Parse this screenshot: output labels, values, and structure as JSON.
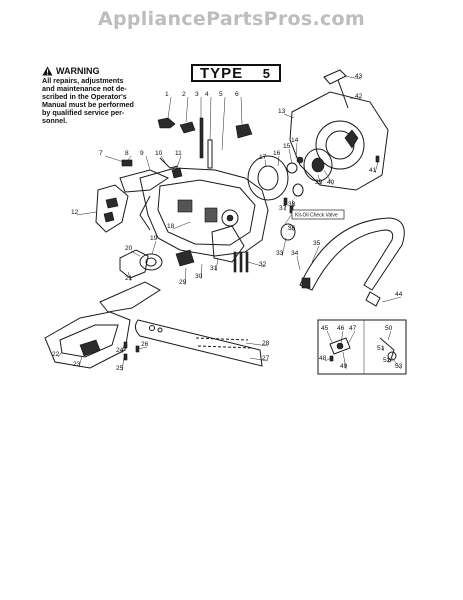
{
  "watermark": "AppliancePartsPros.com",
  "warning": {
    "title": "WARNING",
    "body": "All repairs, adjustments\nand maintenance not de-\nscribed in the Operator's\nManual must be performed\nby qualified service per-\nsonnel."
  },
  "type_label": "TYPE",
  "type_value": "5",
  "callout": "Kit-Oil Check Valve",
  "part_numbers": [
    {
      "id": "1",
      "text": "1"
    },
    {
      "id": "2",
      "text": "2"
    },
    {
      "id": "3",
      "text": "3"
    },
    {
      "id": "4",
      "text": "4"
    },
    {
      "id": "5",
      "text": "5"
    },
    {
      "id": "6",
      "text": "6"
    },
    {
      "id": "7",
      "text": "7"
    },
    {
      "id": "8",
      "text": "8"
    },
    {
      "id": "9",
      "text": "9"
    },
    {
      "id": "10",
      "text": "10"
    },
    {
      "id": "11",
      "text": "11"
    },
    {
      "id": "12",
      "text": "12"
    },
    {
      "id": "13",
      "text": "13"
    },
    {
      "id": "14",
      "text": "14"
    },
    {
      "id": "15",
      "text": "15"
    },
    {
      "id": "16",
      "text": "16"
    },
    {
      "id": "17",
      "text": "17"
    },
    {
      "id": "18",
      "text": "18"
    },
    {
      "id": "19",
      "text": "19"
    },
    {
      "id": "20",
      "text": "20"
    },
    {
      "id": "21",
      "text": "21"
    },
    {
      "id": "22",
      "text": "22"
    },
    {
      "id": "23",
      "text": "23"
    },
    {
      "id": "24",
      "text": "24"
    },
    {
      "id": "25",
      "text": "25"
    },
    {
      "id": "26",
      "text": "26"
    },
    {
      "id": "27",
      "text": "27"
    },
    {
      "id": "28",
      "text": "28"
    },
    {
      "id": "29",
      "text": "29"
    },
    {
      "id": "30",
      "text": "30"
    },
    {
      "id": "31",
      "text": "31"
    },
    {
      "id": "32",
      "text": "32"
    },
    {
      "id": "33",
      "text": "33"
    },
    {
      "id": "34",
      "text": "34"
    },
    {
      "id": "35",
      "text": "35"
    },
    {
      "id": "36",
      "text": "36"
    },
    {
      "id": "37",
      "text": "37"
    },
    {
      "id": "38",
      "text": "38"
    },
    {
      "id": "39",
      "text": "39"
    },
    {
      "id": "40",
      "text": "40"
    },
    {
      "id": "41",
      "text": "41"
    },
    {
      "id": "42",
      "text": "42"
    },
    {
      "id": "43",
      "text": "43"
    },
    {
      "id": "44",
      "text": "44"
    },
    {
      "id": "45",
      "text": "45"
    },
    {
      "id": "46",
      "text": "46"
    },
    {
      "id": "47",
      "text": "47"
    },
    {
      "id": "48",
      "text": "48"
    },
    {
      "id": "49",
      "text": "49"
    },
    {
      "id": "50",
      "text": "50"
    },
    {
      "id": "51",
      "text": "51"
    },
    {
      "id": "52",
      "text": "52"
    },
    {
      "id": "53",
      "text": "53"
    }
  ]
}
